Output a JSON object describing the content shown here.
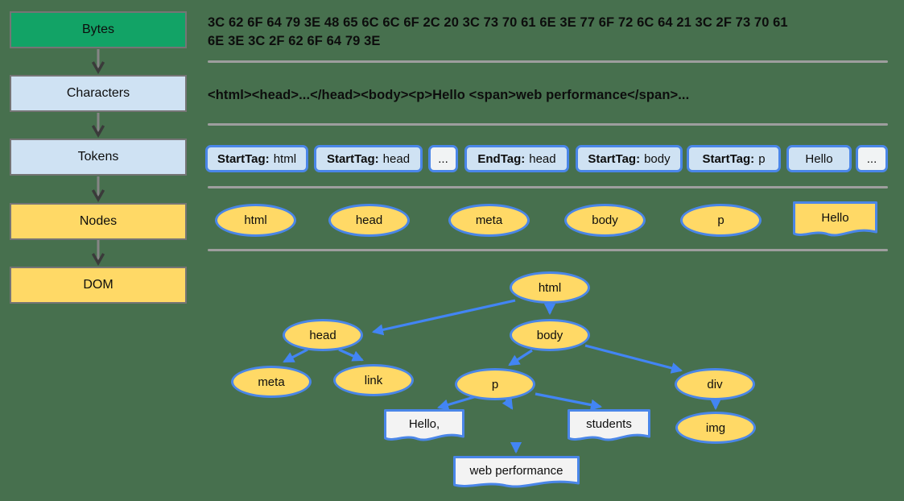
{
  "colors": {
    "background": "#47704e",
    "bytes_box_green": "#12a366",
    "light_blue_fill": "#cfe2f3",
    "yellow_fill": "#ffd966",
    "blue_stroke": "#4a86e8",
    "arrow_blue": "#4285f4",
    "divider_gray": "#9e9e9e",
    "box_border_gray": "#757575",
    "text_node_fill": "#f3f3f3",
    "dots_token_fill": "#f1f3f4"
  },
  "pipeline": {
    "stages": [
      {
        "label": "Bytes"
      },
      {
        "label": "Characters"
      },
      {
        "label": "Tokens"
      },
      {
        "label": "Nodes"
      },
      {
        "label": "DOM"
      }
    ]
  },
  "bytes": {
    "line1": "3C 62 6F 64 79 3E 48 65 6C 6C 6F 2C 20 3C 73 70 61 6E 3E 77 6F 72 6C 64 21 3C 2F 73 70 61",
    "line2": "6E 3E 3C 2F 62 6F 64 79 3E"
  },
  "characters": {
    "text": "<html><head>...</head><body><p>Hello <span>web performance</span>..."
  },
  "tokens": {
    "items": [
      {
        "bold": "StartTag:",
        "text": "html"
      },
      {
        "bold": "StartTag:",
        "text": "head"
      },
      {
        "bold": "",
        "text": "..."
      },
      {
        "bold": "EndTag:",
        "text": "head"
      },
      {
        "bold": "StartTag:",
        "text": "body"
      },
      {
        "bold": "StartTag:",
        "text": "p"
      },
      {
        "bold": "",
        "text": "Hello"
      },
      {
        "bold": "",
        "text": "..."
      }
    ]
  },
  "nodes_row": {
    "ellipses": [
      "html",
      "head",
      "meta",
      "body",
      "p"
    ],
    "text_node": "Hello"
  },
  "dom_tree": {
    "elements": {
      "html": "html",
      "head": "head",
      "body": "body",
      "meta": "meta",
      "link": "link",
      "p": "p",
      "div": "div",
      "img": "img"
    },
    "text_nodes": {
      "hello": "Hello,",
      "students": "students",
      "webperf": "web performance"
    }
  }
}
